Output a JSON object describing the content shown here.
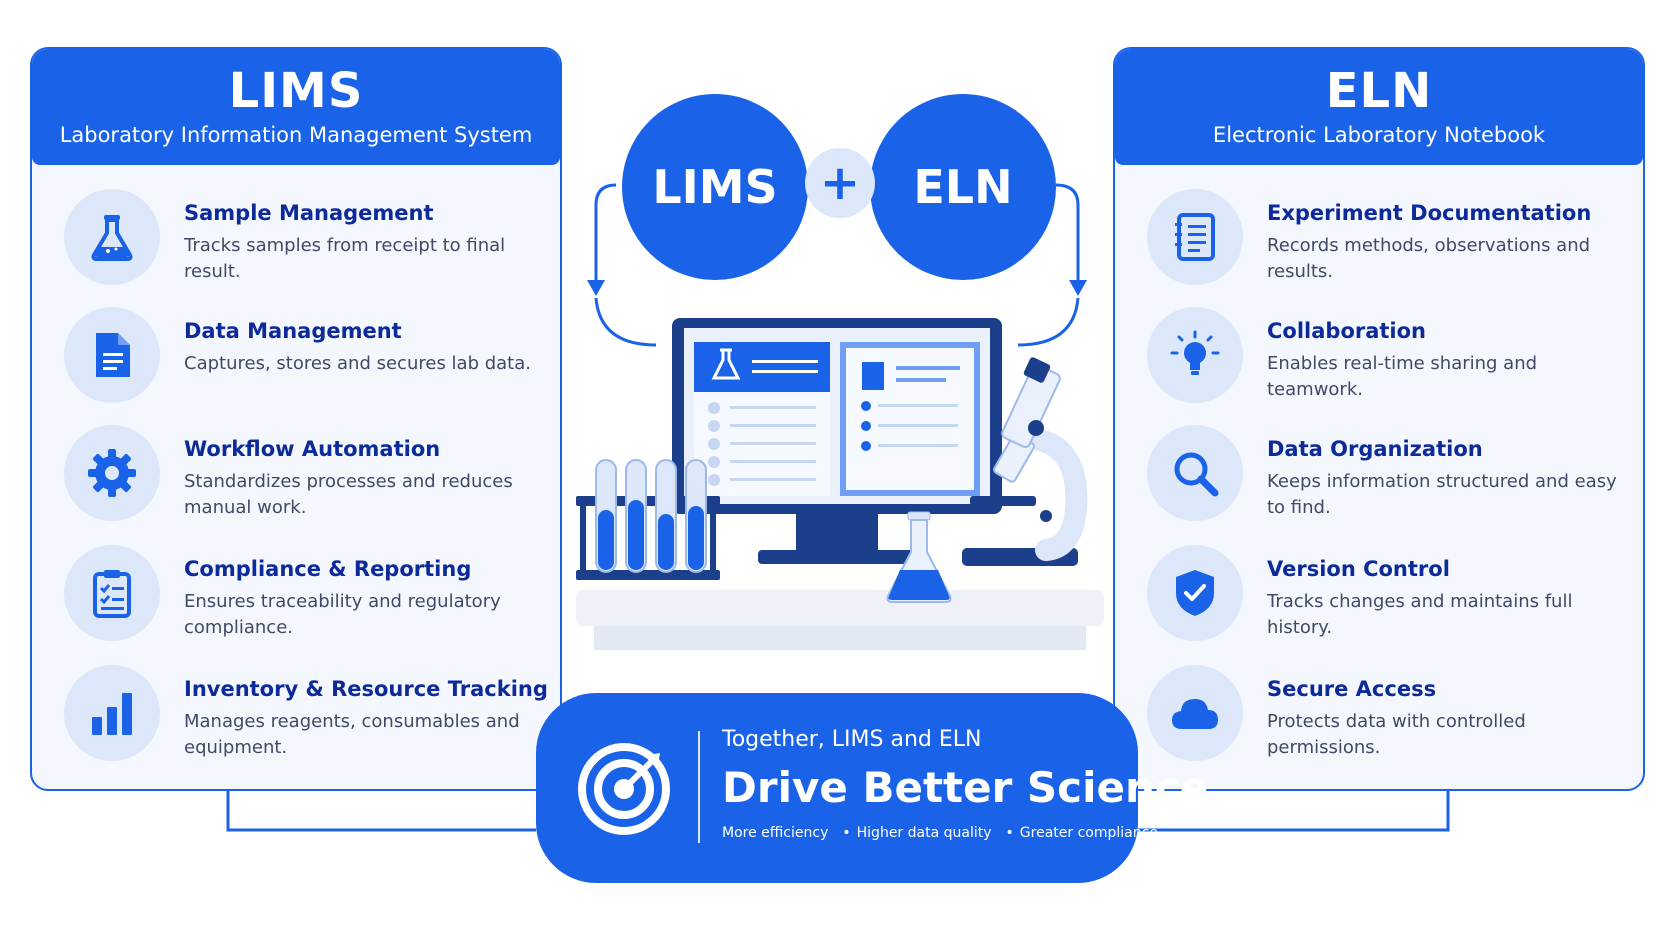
{
  "lims": {
    "title": "LIMS",
    "subtitle": "Laboratory Information Management System",
    "features": [
      {
        "icon": "flask-icon",
        "title": "Sample Management",
        "desc": "Tracks samples from receipt to final result."
      },
      {
        "icon": "document-icon",
        "title": "Data Management",
        "desc": "Captures, stores and secures lab data."
      },
      {
        "icon": "gear-icon",
        "title": "Workflow Automation",
        "desc": "Standardizes processes and reduces manual work."
      },
      {
        "icon": "clipboard-checklist-icon",
        "title": "Compliance & Reporting",
        "desc": "Ensures traceability and regulatory compliance."
      },
      {
        "icon": "bar-chart-icon",
        "title": "Inventory & Resource Tracking",
        "desc": "Manages reagents, consumables and equipment."
      }
    ]
  },
  "eln": {
    "title": "ELN",
    "subtitle": "Electronic Laboratory Notebook",
    "features": [
      {
        "icon": "notebook-icon",
        "title": "Experiment Documentation",
        "desc": "Records methods, observations and results."
      },
      {
        "icon": "lightbulb-icon",
        "title": "Collaboration",
        "desc": "Enables real-time sharing and teamwork."
      },
      {
        "icon": "search-icon",
        "title": "Data Organization",
        "desc": "Keeps information structured and easy to find."
      },
      {
        "icon": "shield-check-icon",
        "title": "Version Control",
        "desc": "Tracks changes and maintains full history."
      },
      {
        "icon": "cloud-icon",
        "title": "Secure Access",
        "desc": "Protects data with controlled permissions."
      }
    ]
  },
  "center": {
    "left_circle": "LIMS",
    "plus": "+",
    "right_circle": "ELN"
  },
  "banner": {
    "small": "Together, LIMS and ELN",
    "big": "Drive Better Science",
    "bullets": [
      "More efficiency",
      "Higher data quality",
      "Greater compliance"
    ],
    "icon": "target-icon"
  },
  "colors": {
    "primary": "#1a63e8",
    "navy": "#0d2a9a",
    "light": "#dce7fa"
  }
}
